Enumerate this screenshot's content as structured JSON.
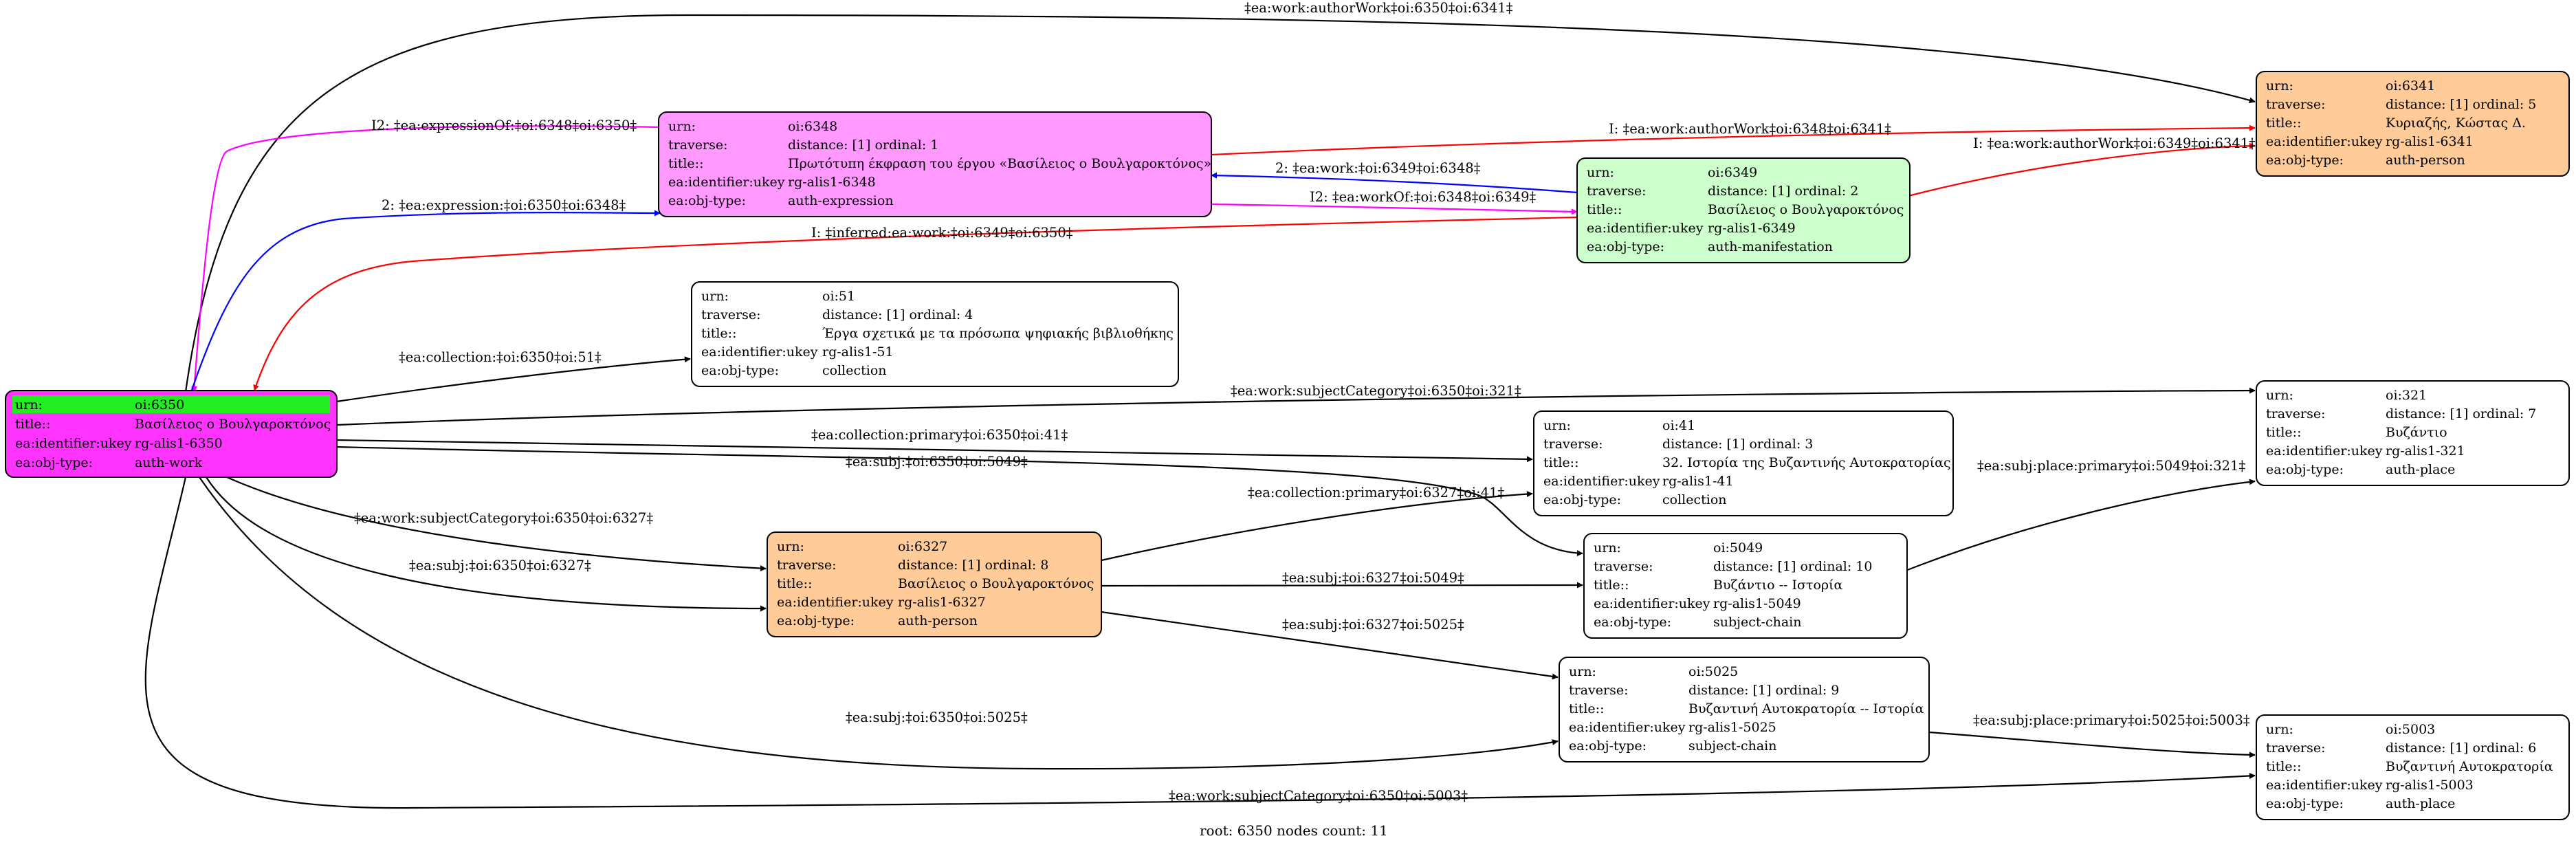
{
  "colors": {
    "auth_work": "#ff33ff",
    "auth_work_header": "#22ee22",
    "auth_expression": "#ff99ff",
    "auth_manifestation": "#ccffcc",
    "auth_person": "#ffcc99",
    "plain": "#ffffff",
    "edge_default": "#000000",
    "edge_red": "#ff0000",
    "edge_blue": "#0000ff",
    "edge_magenta": "#ff00ff"
  },
  "nodes": {
    "n6350": {
      "rows": [
        [
          "urn:",
          "oi:6350"
        ],
        [
          "title::",
          "Βασίλειος ο Βουλγαροκτόνος"
        ],
        [
          "ea:identifier:ukey",
          "rg-alis1-6350"
        ],
        [
          "ea:obj-type:",
          "auth-work"
        ]
      ]
    },
    "n6348": {
      "rows": [
        [
          "urn:",
          "oi:6348"
        ],
        [
          "traverse:",
          "distance: [1]     ordinal: 1"
        ],
        [
          "title::",
          "Πρωτότυπη έκφραση του έργου «Βασίλειος ο Βουλγαροκτόνος»"
        ],
        [
          "ea:identifier:ukey",
          "rg-alis1-6348"
        ],
        [
          "ea:obj-type:",
          "auth-expression"
        ]
      ]
    },
    "n6349": {
      "rows": [
        [
          "urn:",
          "oi:6349"
        ],
        [
          "traverse:",
          "distance: [1]     ordinal: 2"
        ],
        [
          "title::",
          "Βασίλειος ο Βουλγαροκτόνος"
        ],
        [
          "ea:identifier:ukey",
          "rg-alis1-6349"
        ],
        [
          "ea:obj-type:",
          "auth-manifestation"
        ]
      ]
    },
    "n6341": {
      "rows": [
        [
          "urn:",
          "oi:6341"
        ],
        [
          "traverse:",
          "distance: [1]     ordinal: 5"
        ],
        [
          "title::",
          "Κυριαζής, Κώστας Δ."
        ],
        [
          "ea:identifier:ukey",
          "rg-alis1-6341"
        ],
        [
          "ea:obj-type:",
          "auth-person"
        ]
      ]
    },
    "n51": {
      "rows": [
        [
          "urn:",
          "oi:51"
        ],
        [
          "traverse:",
          "distance: [1]     ordinal: 4"
        ],
        [
          "title::",
          "Έργα σχετικά με τα πρόσωπα ψηφιακής βιβλιοθήκης"
        ],
        [
          "ea:identifier:ukey",
          "rg-alis1-51"
        ],
        [
          "ea:obj-type:",
          "collection"
        ]
      ]
    },
    "n321": {
      "rows": [
        [
          "urn:",
          "oi:321"
        ],
        [
          "traverse:",
          "distance: [1]     ordinal: 7"
        ],
        [
          "title::",
          "Βυζάντιο"
        ],
        [
          "ea:identifier:ukey",
          "rg-alis1-321"
        ],
        [
          "ea:obj-type:",
          "auth-place"
        ]
      ]
    },
    "n41": {
      "rows": [
        [
          "urn:",
          "oi:41"
        ],
        [
          "traverse:",
          "distance: [1]     ordinal: 3"
        ],
        [
          "title::",
          "32. Ιστορία της Βυζαντινής Αυτοκρατορίας"
        ],
        [
          "ea:identifier:ukey",
          "rg-alis1-41"
        ],
        [
          "ea:obj-type:",
          "collection"
        ]
      ]
    },
    "n6327": {
      "rows": [
        [
          "urn:",
          "oi:6327"
        ],
        [
          "traverse:",
          "distance: [1]     ordinal: 8"
        ],
        [
          "title::",
          "Βασίλειος ο Βουλγαροκτόνος"
        ],
        [
          "ea:identifier:ukey",
          "rg-alis1-6327"
        ],
        [
          "ea:obj-type:",
          "auth-person"
        ]
      ]
    },
    "n5049": {
      "rows": [
        [
          "urn:",
          "oi:5049"
        ],
        [
          "traverse:",
          "distance: [1]     ordinal: 10"
        ],
        [
          "title::",
          "Βυζάντιο -- Ιστορία"
        ],
        [
          "ea:identifier:ukey",
          "rg-alis1-5049"
        ],
        [
          "ea:obj-type:",
          "subject-chain"
        ]
      ]
    },
    "n5025": {
      "rows": [
        [
          "urn:",
          "oi:5025"
        ],
        [
          "traverse:",
          "distance: [1]     ordinal: 9"
        ],
        [
          "title::",
          "Βυζαντινή Αυτοκρατορία -- Ιστορία"
        ],
        [
          "ea:identifier:ukey",
          "rg-alis1-5025"
        ],
        [
          "ea:obj-type:",
          "subject-chain"
        ]
      ]
    },
    "n5003": {
      "rows": [
        [
          "urn:",
          "oi:5003"
        ],
        [
          "traverse:",
          "distance: [1]     ordinal: 6"
        ],
        [
          "title::",
          "Βυζαντινή Αυτοκρατορία"
        ],
        [
          "ea:identifier:ukey",
          "rg-alis1-5003"
        ],
        [
          "ea:obj-type:",
          "auth-place"
        ]
      ]
    }
  },
  "edges": {
    "e_6350_6341": "‡ea:work:authorWork‡oi:6350‡oi:6341‡",
    "e_6350_6348_mag": "I2: ‡ea:expressionOf:‡oi:6348‡oi:6350‡",
    "e_6350_6348_blue": "2: ‡ea:expression:‡oi:6350‡oi:6348‡",
    "e_6348_6341": "I: ‡ea:work:authorWork‡oi:6348‡oi:6341‡",
    "e_6349_6348_blue": "2: ‡ea:work:‡oi:6349‡oi:6348‡",
    "e_6348_6349_mag": "I2: ‡ea:workOf:‡oi:6348‡oi:6349‡",
    "e_6349_6341": "I: ‡ea:work:authorWork‡oi:6349‡oi:6341‡",
    "e_6349_6350": "I: ‡inferred:ea:work:‡oi:6349‡oi:6350‡",
    "e_6350_51": "‡ea:collection:‡oi:6350‡oi:51‡",
    "e_6350_321": "‡ea:work:subjectCategory‡oi:6350‡oi:321‡",
    "e_6350_41": "‡ea:collection:primary‡oi:6350‡oi:41‡",
    "e_6350_5049": "‡ea:subj:‡oi:6350‡oi:5049‡",
    "e_6327_41": "‡ea:collection:primary‡oi:6327‡oi:41‡",
    "e_5049_321": "‡ea:subj:place:primary‡oi:5049‡oi:321‡",
    "e_6350_6327_a": "‡ea:work:subjectCategory‡oi:6350‡oi:6327‡",
    "e_6350_6327_b": "‡ea:subj:‡oi:6350‡oi:6327‡",
    "e_6327_5049": "‡ea:subj:‡oi:6327‡oi:5049‡",
    "e_6327_5025": "‡ea:subj:‡oi:6327‡oi:5025‡",
    "e_6350_5025": "‡ea:subj:‡oi:6350‡oi:5025‡",
    "e_5025_5003": "‡ea:subj:place:primary‡oi:5025‡oi:5003‡",
    "e_6350_5003": "‡ea:work:subjectCategory‡oi:6350‡oi:5003‡"
  },
  "footer": "root: 6350 nodes count: 11"
}
